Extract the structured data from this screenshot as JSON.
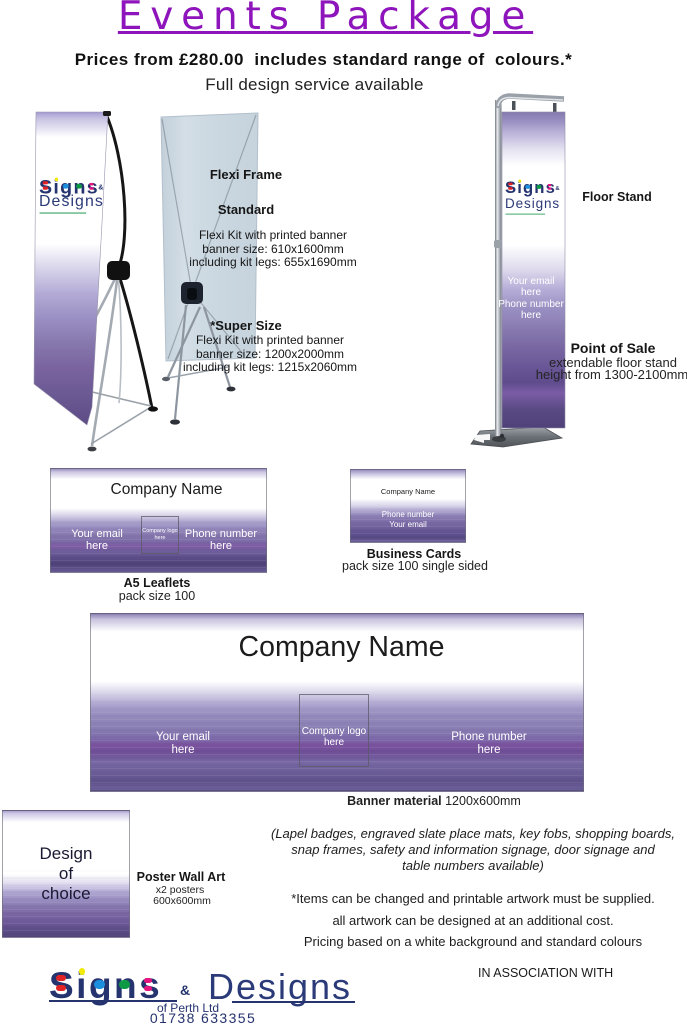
{
  "page": {
    "title": "Events Package",
    "subtitle_bold": "Prices from £280.00  includes standard range of  colours.*",
    "subtitle": "Full design service available"
  },
  "flexi_frame": {
    "heading": "Flexi Frame",
    "standard_heading": "Standard",
    "standard_lines": [
      "Flexi Kit with printed banner",
      "banner size: 610x1600mm",
      "including kit legs: 655x1690mm"
    ],
    "super_heading": "*Super Size",
    "super_lines": [
      "Flexi Kit with printed banner",
      "banner size: 1200x2000mm",
      "including kit legs: 1215x2060mm"
    ]
  },
  "floor_stand": {
    "label": "Floor Stand",
    "pos_heading": "Point of Sale",
    "pos_lines": [
      "extendable floor stand",
      "height from 1300-2100mm"
    ],
    "banner_email": "Your email here",
    "banner_phone": "Phone number here"
  },
  "a5_leaflets": {
    "company": "Company Name",
    "email": "Your email here",
    "logo_box": "Company logo here",
    "phone": "Phone number here",
    "caption": "A5 Leaflets",
    "caption_sub": "pack size 100"
  },
  "business_cards": {
    "company": "Company Name",
    "phone": "Phone number",
    "email": "Your email",
    "caption": "Business Cards",
    "caption_sub": "pack size 100 single sided"
  },
  "banner_material": {
    "company": "Company Name",
    "email": "Your email here",
    "logo_box": "Company logo here",
    "phone": "Phone number here",
    "caption_bold": "Banner material",
    "caption_rest": " 1200x600mm"
  },
  "poster": {
    "text": "Design of choice",
    "caption": "Poster Wall Art",
    "sub1": "x2 posters",
    "sub2": "600x600mm"
  },
  "extras_italic": [
    "(Lapel badges, engraved slate place mats, key fobs, shopping boards,",
    "snap frames, safety and information signage, door signage and",
    "table numbers available)"
  ],
  "notes": [
    "*Items can be changed and printable artwork must be supplied.",
    "all artwork can be designed at an additional cost.",
    "Pricing based on a white background and standard colours"
  ],
  "footer": {
    "association": "IN ASSOCIATION WITH",
    "brand_signs": "Signs",
    "brand_amp": "&",
    "brand_designs": "Designs",
    "brand_tagline": "of Perth Ltd",
    "brand_phone": "01738 633355"
  },
  "colors": {
    "title_purple": "#8e14bb",
    "brand_navy": "#25336f",
    "banner_purple_mid": "#8a7fb3",
    "banner_purple_dark": "#544a7e",
    "flexi_fabric": "#ccd8e1",
    "logo_red": "#e02325",
    "logo_yellow": "#f2ea07",
    "logo_blue": "#1b8fdd",
    "logo_green": "#0e9a44",
    "logo_pink": "#e5157f"
  }
}
